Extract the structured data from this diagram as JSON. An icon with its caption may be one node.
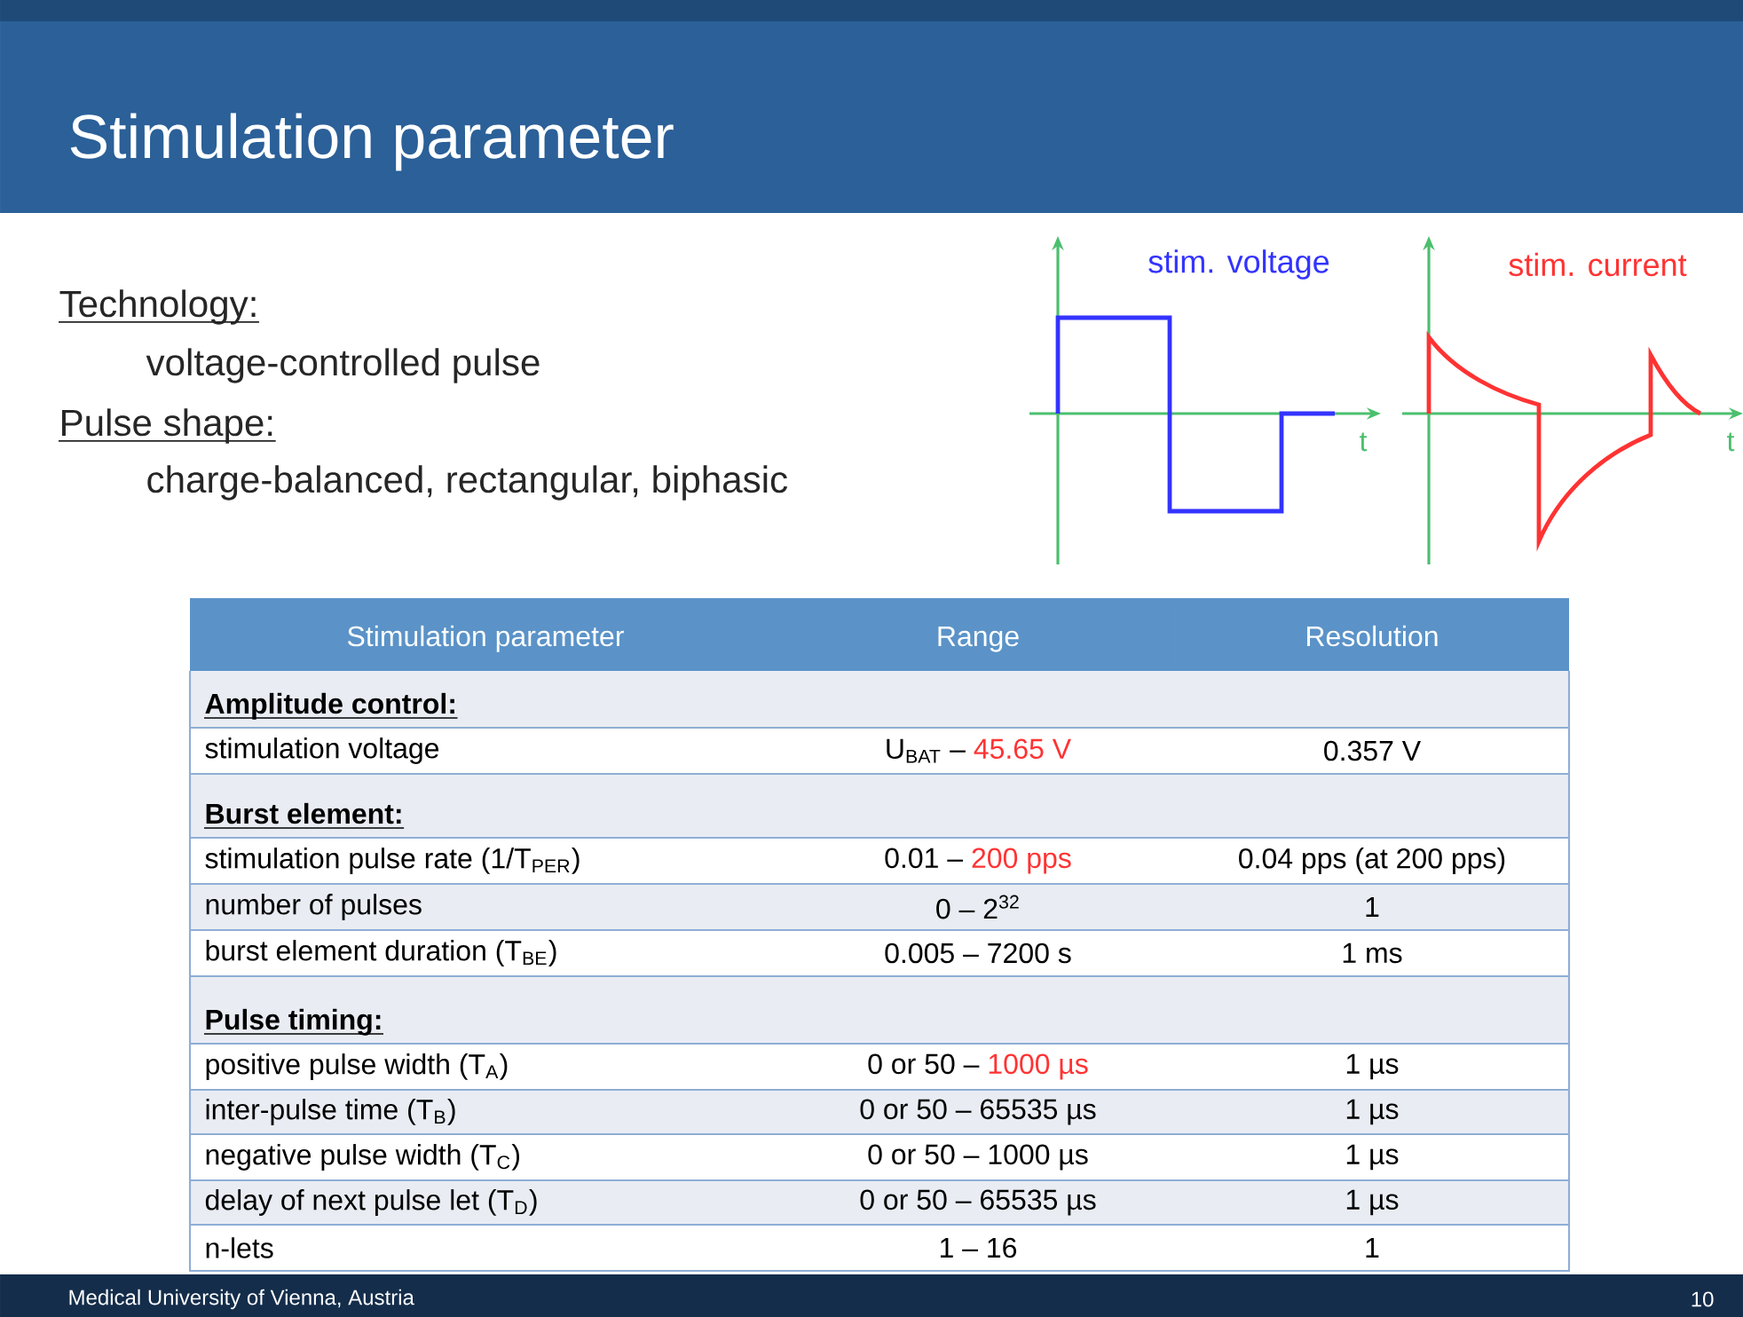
{
  "diagram": {
    "title": "Stimulation parameter",
    "labels": [
      "Technology:",
      "voltage-controlled pulse",
      "Pulse shape:",
      "charge-balanced, rectangular, biphasic",
      "stim. voltage",
      "t",
      "stim. current",
      "t",
      "Stimulation parameter",
      "Range",
      "Resolution",
      "Amplitude control:",
      "stimulation voltage",
      "U$_{BAT}$ –",
      "45.65 V",
      "0.357 V",
      "Burst element:",
      "stimulation pulse rate (1/T$_{PER}$)",
      "0.01 –",
      "200 pps",
      "0.04 pps (at 200 pps)",
      "number of pulses",
      "0 – 2$^{32}$",
      "1",
      "burst element duration (T$_{BE}$)",
      "0.005 – 7200 s",
      "1 ms",
      "Pulse timing:",
      "positive pulse width (T$_{A}$)",
      "0 or 50 –",
      "1000 µs",
      "1 µs",
      "inter-pulse time (T$_{B}$)",
      "0 or 50 – 65535 µs",
      "1 µs",
      "negative pulse width (T$_{C}$)",
      "0 or 50 – 1000 µs",
      "1 µs",
      "delay of next pulse let (T$_{D}$)",
      "0 or 50 – 65535 µs",
      "1 µs",
      "n-lets",
      "1 – 16",
      "1",
      "Medical University of Vienna, Austria",
      "10"
    ]
  }
}
